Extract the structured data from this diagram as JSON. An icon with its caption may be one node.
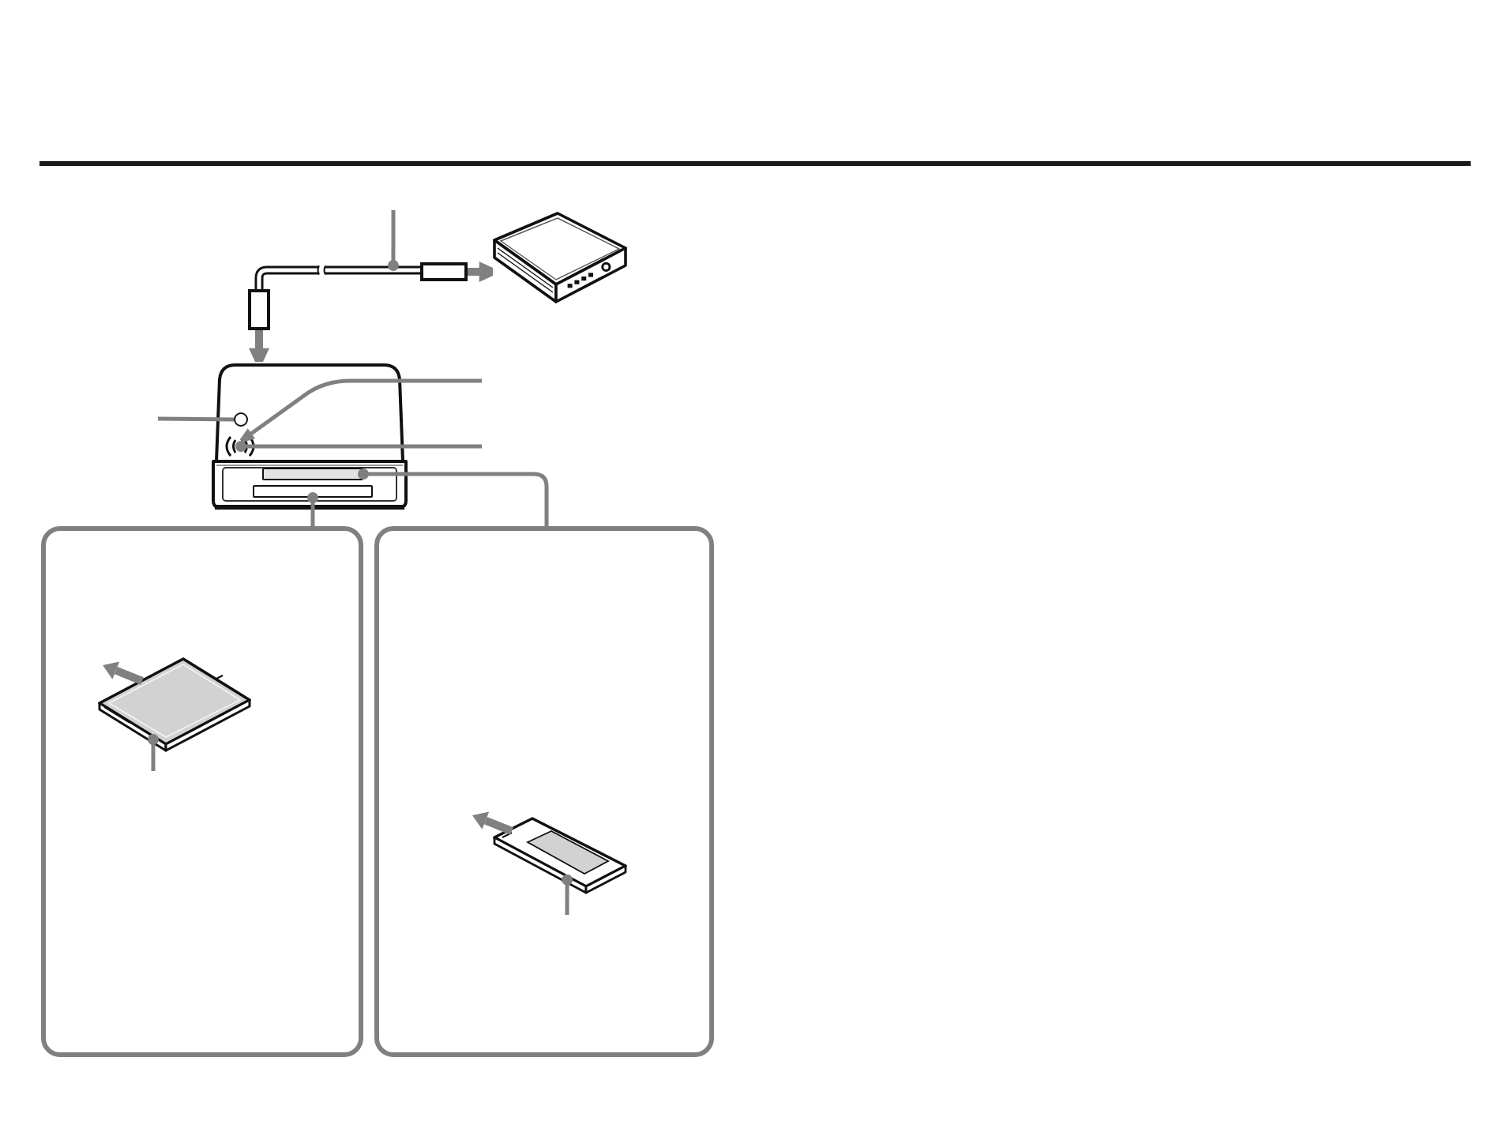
{
  "diagram": {
    "nodes": [
      {
        "text": [],
        "shape": "picture"
      },
      {
        "text": [],
        "shape": "box"
      },
      {
        "text": [],
        "shape": "box"
      },
      {
        "text": [],
        "shape": "picture"
      },
      {
        "text": [],
        "shape": "picture"
      },
      {
        "text": [],
        "shape": "circle",
        "in": 4
      },
      {
        "text": [],
        "shape": "circle",
        "in": 4
      },
      {
        "text": [],
        "shape": "bar",
        "in": 4
      },
      {
        "text": [],
        "shape": "bar",
        "in": 4
      },
      {
        "text": [],
        "shape": "box"
      },
      {
        "text": [],
        "shape": "picture",
        "in": 9
      },
      {
        "text": [],
        "shape": "box"
      },
      {
        "text": [],
        "shape": "picture",
        "in": 11
      }
    ],
    "edges": [
      {
        "from": null,
        "to": 0,
        "arrow": "other"
      },
      {
        "from": 1,
        "to": 4,
        "arrow": "to",
        "style": "thick"
      },
      {
        "from": 2,
        "to": 3,
        "arrow": "to",
        "style": "thick"
      },
      {
        "from": null,
        "to": 6,
        "arrow": "to"
      },
      {
        "from": null,
        "to": 5,
        "arrow": "none"
      },
      {
        "from": null,
        "to": 6,
        "arrow": "none"
      },
      {
        "from": 11,
        "to": 7,
        "arrow": "other"
      },
      {
        "from": 9,
        "to": 8,
        "arrow": "other"
      },
      {
        "from": null,
        "to": 10,
        "arrow": "other"
      },
      {
        "from": null,
        "to": 12,
        "arrow": "other"
      }
    ]
  }
}
